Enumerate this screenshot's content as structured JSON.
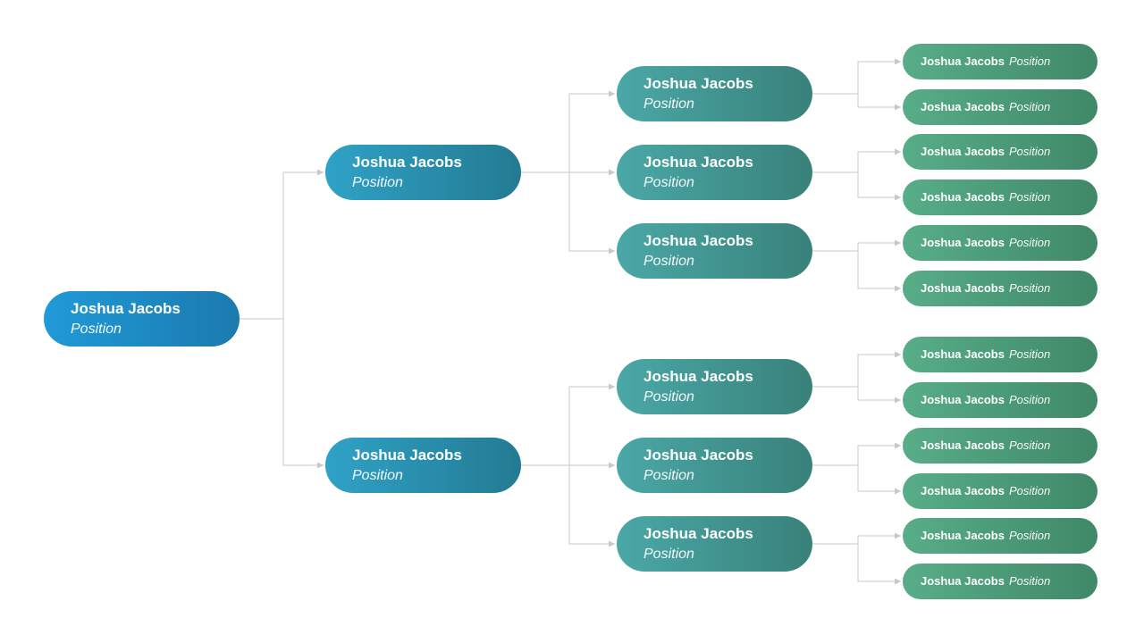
{
  "colors": {
    "root_gradient": [
      "#209ad8",
      "#1b7aae"
    ],
    "level1_gradient": [
      "#2fa2c7",
      "#237a92"
    ],
    "level2_gradient": [
      "#4aa8a7",
      "#39817a"
    ],
    "level3_gradient": [
      "#58ad88",
      "#3f8868"
    ],
    "connector": "#c8c8c8"
  },
  "root": {
    "name": "Joshua Jacobs",
    "position": "Position"
  },
  "level1": [
    {
      "name": "Joshua Jacobs",
      "position": "Position"
    },
    {
      "name": "Joshua Jacobs",
      "position": "Position"
    }
  ],
  "level2": [
    {
      "name": "Joshua Jacobs",
      "position": "Position"
    },
    {
      "name": "Joshua Jacobs",
      "position": "Position"
    },
    {
      "name": "Joshua Jacobs",
      "position": "Position"
    },
    {
      "name": "Joshua Jacobs",
      "position": "Position"
    },
    {
      "name": "Joshua Jacobs",
      "position": "Position"
    },
    {
      "name": "Joshua Jacobs",
      "position": "Position"
    }
  ],
  "level3": [
    {
      "name": "Joshua Jacobs",
      "position": "Position"
    },
    {
      "name": "Joshua Jacobs",
      "position": "Position"
    },
    {
      "name": "Joshua Jacobs",
      "position": "Position"
    },
    {
      "name": "Joshua Jacobs",
      "position": "Position"
    },
    {
      "name": "Joshua Jacobs",
      "position": "Position"
    },
    {
      "name": "Joshua Jacobs",
      "position": "Position"
    },
    {
      "name": "Joshua Jacobs",
      "position": "Position"
    },
    {
      "name": "Joshua Jacobs",
      "position": "Position"
    },
    {
      "name": "Joshua Jacobs",
      "position": "Position"
    },
    {
      "name": "Joshua Jacobs",
      "position": "Position"
    },
    {
      "name": "Joshua Jacobs",
      "position": "Position"
    },
    {
      "name": "Joshua Jacobs",
      "position": "Position"
    }
  ]
}
